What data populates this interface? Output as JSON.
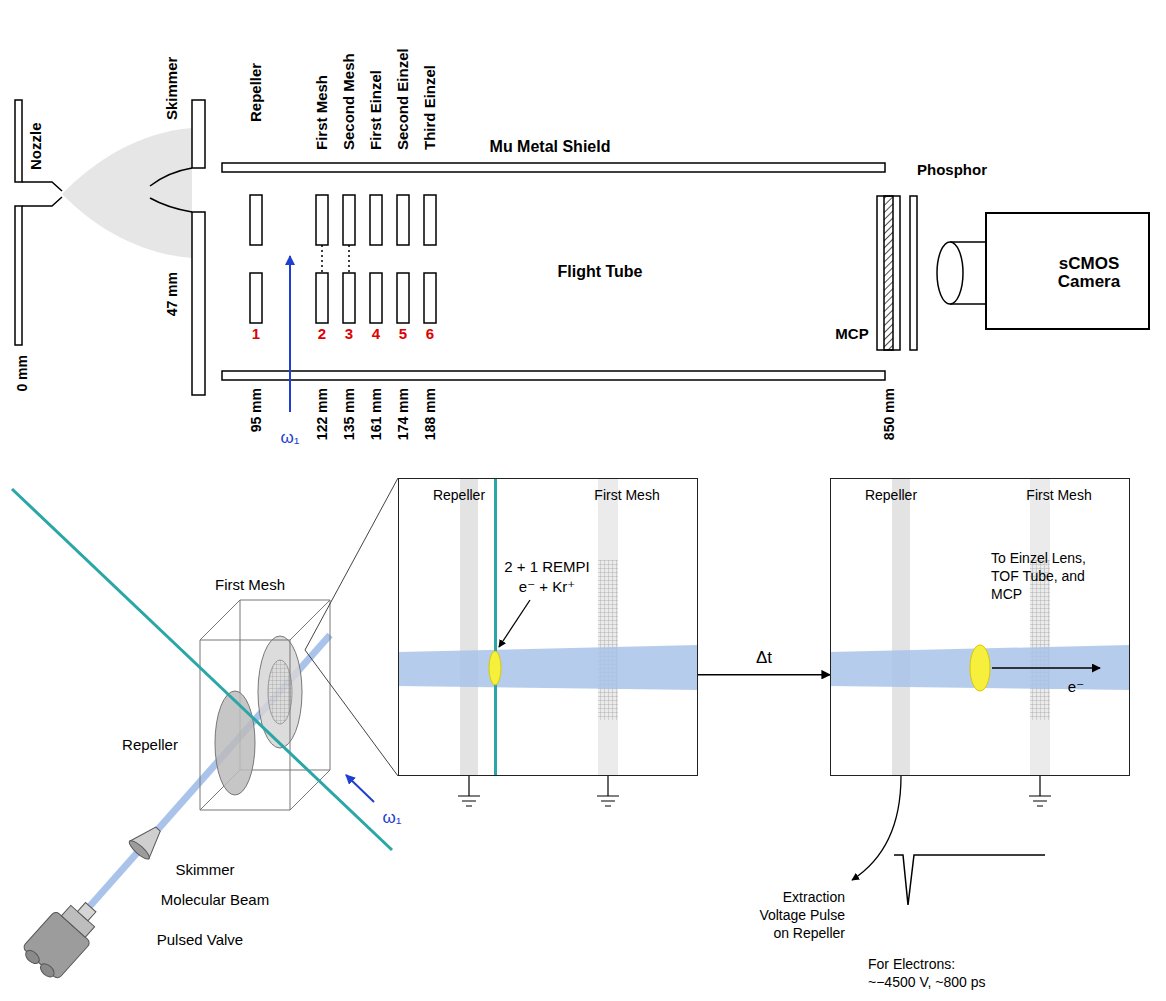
{
  "diagram": {
    "nodes": [
      {
        "text": [
          "sCMOS Camera"
        ]
      },
      {
        "text": [
          "Repeller",
          "First Mesh",
          "2 + 1 REMPI",
          "e⁻ + Kr⁺"
        ]
      },
      {
        "text": [
          "Repeller",
          "First Mesh",
          "To Einzel Lens, TOF Tube, and MCP",
          "e⁻"
        ]
      }
    ],
    "edges": [
      {
        "from": 1,
        "to": 2,
        "label": "Δt",
        "arrow": "to"
      }
    ],
    "labels": [
      "Nozzle",
      "Skimmer",
      "Repeller",
      "First Mesh",
      "Second Mesh",
      "First Einzel",
      "Second Einzel",
      "Third Einzel",
      "Mu Metal Shield",
      "Phosphor",
      "Flight Tube",
      "MCP",
      "1",
      "2",
      "3",
      "4",
      "5",
      "6",
      "0 mm",
      "47 mm",
      "95 mm",
      "122 mm",
      "135 mm",
      "161 mm",
      "174 mm",
      "188 mm",
      "850 mm",
      "ω₁",
      "First Mesh",
      "Repeller",
      "Skimmer",
      "Molecular Beam",
      "Pulsed Valve",
      "ω₁",
      "Extraction Voltage Pulse on Repeller",
      "For Electrons: ~−4500 V, ~800 ps"
    ]
  }
}
